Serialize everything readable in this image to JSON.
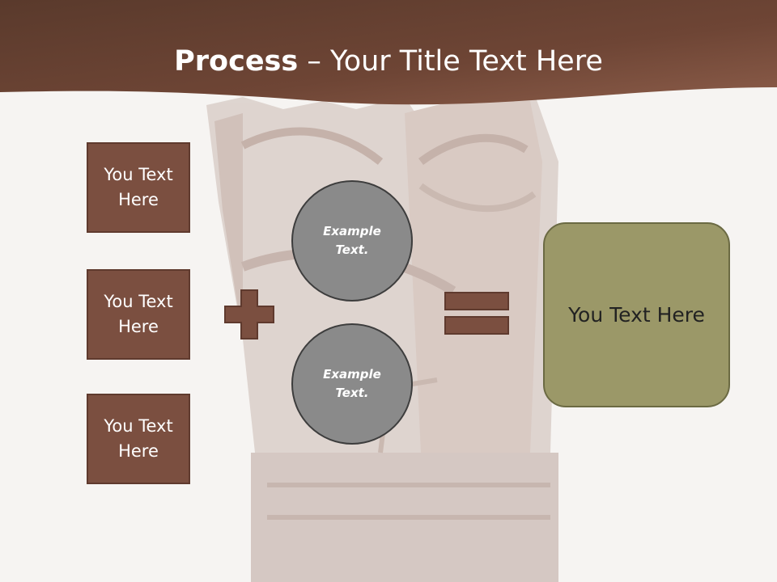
{
  "title": {
    "bold": "Process",
    "rest": " – Your Title Text Here"
  },
  "inputs": [
    {
      "label": "You Text Here"
    },
    {
      "label": "You Text Here"
    },
    {
      "label": "You Text Here"
    }
  ],
  "circles": [
    {
      "label": "Example Text."
    },
    {
      "label": "Example Text."
    }
  ],
  "result": {
    "label": "You Text Here"
  },
  "colors": {
    "header": "#6b4433",
    "box": "#7b4f40",
    "circle": "#8a8a8a",
    "result": "#9b9868"
  },
  "icons": {
    "plus": "plus-icon",
    "equals": "equals-icon"
  }
}
